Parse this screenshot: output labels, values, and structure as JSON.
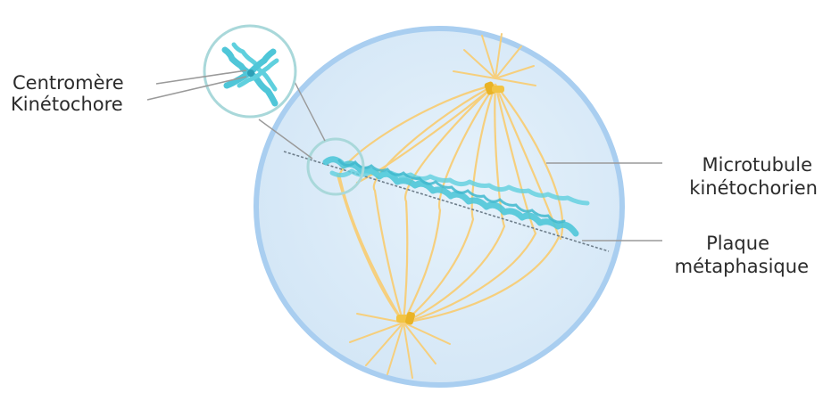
{
  "labels": {
    "centromere": "Centromère",
    "kinetochore": "Kinétochore",
    "microtubule_line1": "Microtubule",
    "microtubule_line2": "kinétochorien",
    "plaque_line1": "Plaque",
    "plaque_line2": "métaphasique"
  },
  "colors": {
    "cell_fill": "#dcecf9",
    "cell_border": "#a9cef0",
    "microtubule": "#f6cf7d",
    "centrosome": "#e9b325",
    "chromosome": "#4fc6d8",
    "zoom_ring": "#a9d8da",
    "leader_line": "#9a9a9a",
    "plate_line": "#6f7f8c"
  },
  "icons": [
    "centrosome-top-icon",
    "centrosome-bottom-icon",
    "chromosome-zoom-icon"
  ]
}
